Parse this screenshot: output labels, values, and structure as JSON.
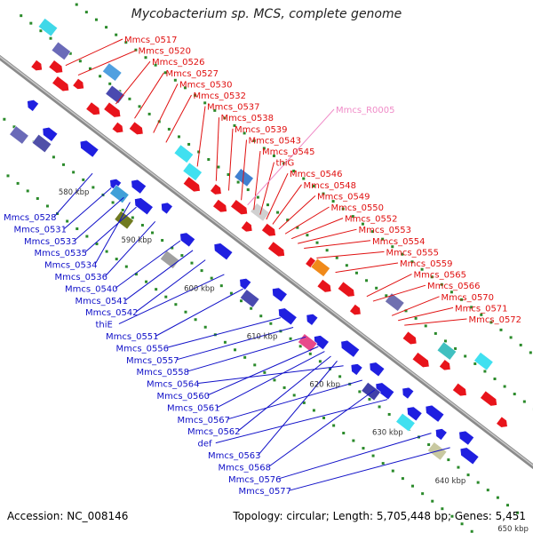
{
  "title": "Mycobacterium sp. MCS, complete genome",
  "footer": {
    "accession": "Accession: NC_008146",
    "topology": "Topology: circular; Length: 5,705,448 bp; Genes: 5,451"
  },
  "colors": {
    "forward": "#e8141b",
    "reverse": "#1f1fe0",
    "label_forward": "#e01010",
    "label_reverse": "#1010c8",
    "label_rna": "#f08cc8",
    "backbone": "#8a8a8a",
    "ticks": "#2a8a2a"
  },
  "scale_ticks": [
    {
      "label": "580 kbp",
      "pos": 576
    },
    {
      "label": "590 kbp",
      "pos": 586
    },
    {
      "label": "600 kbp",
      "pos": 596
    },
    {
      "label": "610 kbp",
      "pos": 606
    },
    {
      "label": "620 kbp",
      "pos": 616
    },
    {
      "label": "630 kbp",
      "pos": 626
    },
    {
      "label": "640 kbp",
      "pos": 636
    },
    {
      "label": "650 kbp",
      "pos": 646
    }
  ],
  "forward_labels": [
    {
      "name": "Mmcs_0517",
      "pos": 569
    },
    {
      "name": "Mmcs_0520",
      "pos": 571
    },
    {
      "name": "Mmcs_0526",
      "pos": 577
    },
    {
      "name": "Mmcs_0527",
      "pos": 580
    },
    {
      "name": "Mmcs_0530",
      "pos": 583
    },
    {
      "name": "Mmcs_0532",
      "pos": 585
    },
    {
      "name": "Mmcs_0537",
      "pos": 590
    },
    {
      "name": "Mmcs_0538",
      "pos": 593
    },
    {
      "name": "Mmcs_0539",
      "pos": 595
    },
    {
      "name": "Mmcs_0543",
      "pos": 597
    },
    {
      "name": "Mmcs_0545",
      "pos": 599
    },
    {
      "name": "thiG",
      "pos": 600
    },
    {
      "name": "Mmcs_0546",
      "pos": 601
    },
    {
      "name": "Mmcs_0548",
      "pos": 602
    },
    {
      "name": "Mmcs_0549",
      "pos": 603
    },
    {
      "name": "Mmcs_0550",
      "pos": 604
    },
    {
      "name": "Mmcs_0552",
      "pos": 605
    },
    {
      "name": "Mmcs_0553",
      "pos": 606
    },
    {
      "name": "Mmcs_0554",
      "pos": 607
    },
    {
      "name": "Mmcs_0555",
      "pos": 609
    },
    {
      "name": "Mmcs_0559",
      "pos": 612
    },
    {
      "name": "Mmcs_0565",
      "pos": 617
    },
    {
      "name": "Mmcs_0566",
      "pos": 618
    },
    {
      "name": "Mmcs_0570",
      "pos": 621
    },
    {
      "name": "Mmcs_0571",
      "pos": 622
    },
    {
      "name": "Mmcs_0572",
      "pos": 623
    }
  ],
  "rna_labels": [
    {
      "name": "Mmcs_R0005",
      "pos": 598
    }
  ],
  "reverse_labels": [
    {
      "name": "Mmcs_0528",
      "pos": 580
    },
    {
      "name": "Mmcs_0531",
      "pos": 583
    },
    {
      "name": "Mmcs_0533",
      "pos": 585
    },
    {
      "name": "Mmcs_0535",
      "pos": 587
    },
    {
      "name": "Mmcs_0534",
      "pos": 586
    },
    {
      "name": "Mmcs_0536",
      "pos": 590
    },
    {
      "name": "Mmcs_0540",
      "pos": 594
    },
    {
      "name": "Mmcs_0541",
      "pos": 596
    },
    {
      "name": "Mmcs_0542",
      "pos": 598
    },
    {
      "name": "thiE",
      "pos": 601
    },
    {
      "name": "Mmcs_0551",
      "pos": 604
    },
    {
      "name": "Mmcs_0556",
      "pos": 610
    },
    {
      "name": "Mmcs_0557",
      "pos": 612
    },
    {
      "name": "Mmcs_0558",
      "pos": 614
    },
    {
      "name": "Mmcs_0564",
      "pos": 620
    },
    {
      "name": "Mmcs_0560",
      "pos": 616
    },
    {
      "name": "Mmcs_0561",
      "pos": 617
    },
    {
      "name": "Mmcs_0567",
      "pos": 623
    },
    {
      "name": "Mmcs_0562",
      "pos": 618
    },
    {
      "name": "def",
      "pos": 627
    },
    {
      "name": "Mmcs_0563",
      "pos": 619
    },
    {
      "name": "Mmcs_0568",
      "pos": 625
    },
    {
      "name": "Mmcs_0576",
      "pos": 634
    },
    {
      "name": "Mmcs_0577",
      "pos": 637
    }
  ]
}
